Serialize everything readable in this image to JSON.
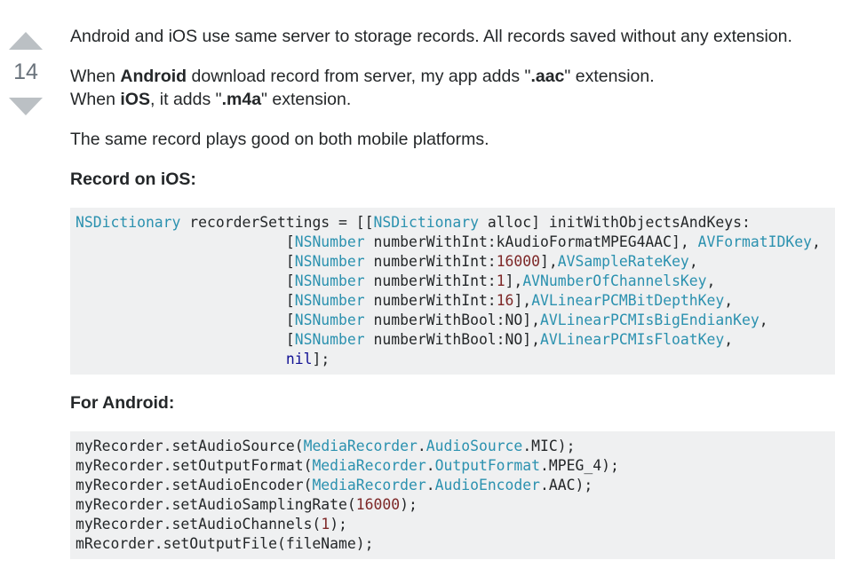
{
  "vote": {
    "count": "14"
  },
  "post": {
    "p1": "Android and iOS use same server to storage records. All records saved without any extension.",
    "p2": {
      "line1_a": "When ",
      "line1_b": "Android",
      "line1_c": " download record from server, my app adds \"",
      "line1_d": ".aac",
      "line1_e": "\" extension.",
      "line2_a": "When ",
      "line2_b": "iOS",
      "line2_c": ", it adds \"",
      "line2_d": ".m4a",
      "line2_e": "\" extension."
    },
    "p3": "The same record plays good on both mobile platforms.",
    "ios_heading": "Record on iOS:",
    "android_heading": "For Android:"
  },
  "ios_code": [
    [
      {
        "c": "t",
        "s": "NSDictionary"
      },
      {
        "c": "p",
        "s": " recorderSettings = [["
      },
      {
        "c": "t",
        "s": "NSDictionary"
      },
      {
        "c": "p",
        "s": " alloc] initWithObjectsAndKeys:"
      }
    ],
    [
      {
        "c": "p",
        "s": "                        ["
      },
      {
        "c": "t",
        "s": "NSNumber"
      },
      {
        "c": "p",
        "s": " numberWithInt:kAudioFormatMPEG4AAC], "
      },
      {
        "c": "t",
        "s": "AVFormatIDKey"
      },
      {
        "c": "p",
        "s": ","
      }
    ],
    [
      {
        "c": "p",
        "s": "                        ["
      },
      {
        "c": "t",
        "s": "NSNumber"
      },
      {
        "c": "p",
        "s": " numberWithInt:"
      },
      {
        "c": "n",
        "s": "16000"
      },
      {
        "c": "p",
        "s": "],"
      },
      {
        "c": "t",
        "s": "AVSampleRateKey"
      },
      {
        "c": "p",
        "s": ","
      }
    ],
    [
      {
        "c": "p",
        "s": "                        ["
      },
      {
        "c": "t",
        "s": "NSNumber"
      },
      {
        "c": "p",
        "s": " numberWithInt:"
      },
      {
        "c": "n",
        "s": "1"
      },
      {
        "c": "p",
        "s": "],"
      },
      {
        "c": "t",
        "s": "AVNumberOfChannelsKey"
      },
      {
        "c": "p",
        "s": ","
      }
    ],
    [
      {
        "c": "p",
        "s": "                        ["
      },
      {
        "c": "t",
        "s": "NSNumber"
      },
      {
        "c": "p",
        "s": " numberWithInt:"
      },
      {
        "c": "n",
        "s": "16"
      },
      {
        "c": "p",
        "s": "],"
      },
      {
        "c": "t",
        "s": "AVLinearPCMBitDepthKey"
      },
      {
        "c": "p",
        "s": ","
      }
    ],
    [
      {
        "c": "p",
        "s": "                        ["
      },
      {
        "c": "t",
        "s": "NSNumber"
      },
      {
        "c": "p",
        "s": " numberWithBool:NO],"
      },
      {
        "c": "t",
        "s": "AVLinearPCMIsBigEndianKey"
      },
      {
        "c": "p",
        "s": ","
      }
    ],
    [
      {
        "c": "p",
        "s": "                        ["
      },
      {
        "c": "t",
        "s": "NSNumber"
      },
      {
        "c": "p",
        "s": " numberWithBool:NO],"
      },
      {
        "c": "t",
        "s": "AVLinearPCMIsFloatKey"
      },
      {
        "c": "p",
        "s": ","
      }
    ],
    [
      {
        "c": "p",
        "s": "                        "
      },
      {
        "c": "k",
        "s": "nil"
      },
      {
        "c": "p",
        "s": "];"
      }
    ]
  ],
  "android_code": [
    [
      {
        "c": "p",
        "s": "myRecorder.setAudioSource("
      },
      {
        "c": "t",
        "s": "MediaRecorder"
      },
      {
        "c": "p",
        "s": "."
      },
      {
        "c": "t",
        "s": "AudioSource"
      },
      {
        "c": "p",
        "s": ".MIC);"
      }
    ],
    [
      {
        "c": "p",
        "s": "myRecorder.setOutputFormat("
      },
      {
        "c": "t",
        "s": "MediaRecorder"
      },
      {
        "c": "p",
        "s": "."
      },
      {
        "c": "t",
        "s": "OutputFormat"
      },
      {
        "c": "p",
        "s": ".MPEG_4);"
      }
    ],
    [
      {
        "c": "p",
        "s": "myRecorder.setAudioEncoder("
      },
      {
        "c": "t",
        "s": "MediaRecorder"
      },
      {
        "c": "p",
        "s": "."
      },
      {
        "c": "t",
        "s": "AudioEncoder"
      },
      {
        "c": "p",
        "s": ".AAC);"
      }
    ],
    [
      {
        "c": "p",
        "s": "myRecorder.setAudioSamplingRate("
      },
      {
        "c": "n",
        "s": "16000"
      },
      {
        "c": "p",
        "s": ");"
      }
    ],
    [
      {
        "c": "p",
        "s": "myRecorder.setAudioChannels("
      },
      {
        "c": "n",
        "s": "1"
      },
      {
        "c": "p",
        "s": ");"
      }
    ],
    [
      {
        "c": "p",
        "s": "mRecorder.setOutputFile(fileName);"
      }
    ]
  ],
  "colors": {
    "type": "#2b91af",
    "number": "#7d2727",
    "keyword": "#101094",
    "code_bg": "#eff0f1",
    "vote_arrow": "#bbc0c4"
  }
}
